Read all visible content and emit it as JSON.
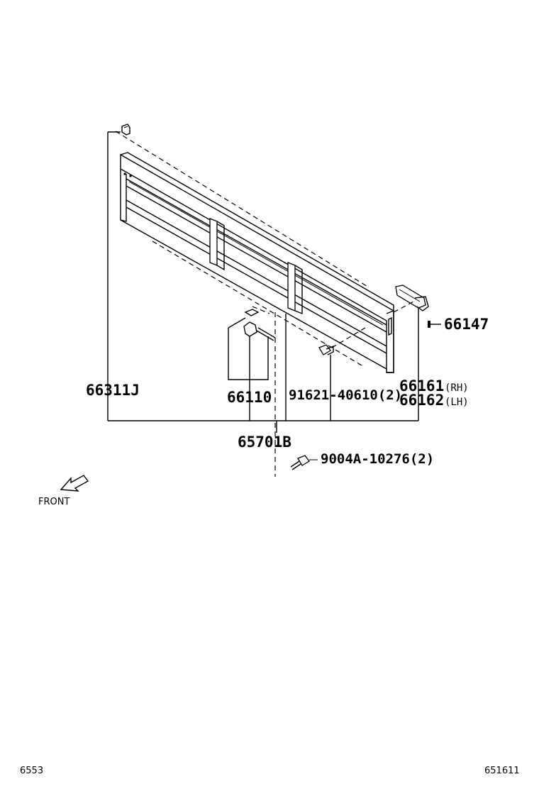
{
  "parts": {
    "tailgate_assembly": "65701B",
    "rear_panel": "66311J",
    "hinge_pin": "66110",
    "lock_pin": "66147",
    "bolt": "91621-40610(2)",
    "bracket_rh": "66161",
    "bracket_rh_side": "(RH)",
    "bracket_lh": "66162",
    "bracket_lh_side": "(LH)",
    "screw": "9004A-10276(2)"
  },
  "direction_label": "FRONT",
  "footer": {
    "left_code": "6553",
    "right_code": "651611"
  },
  "icons": {
    "front_arrow": "arrow-front-icon"
  },
  "colors": {
    "ink": "#000000",
    "paper": "#ffffff"
  }
}
